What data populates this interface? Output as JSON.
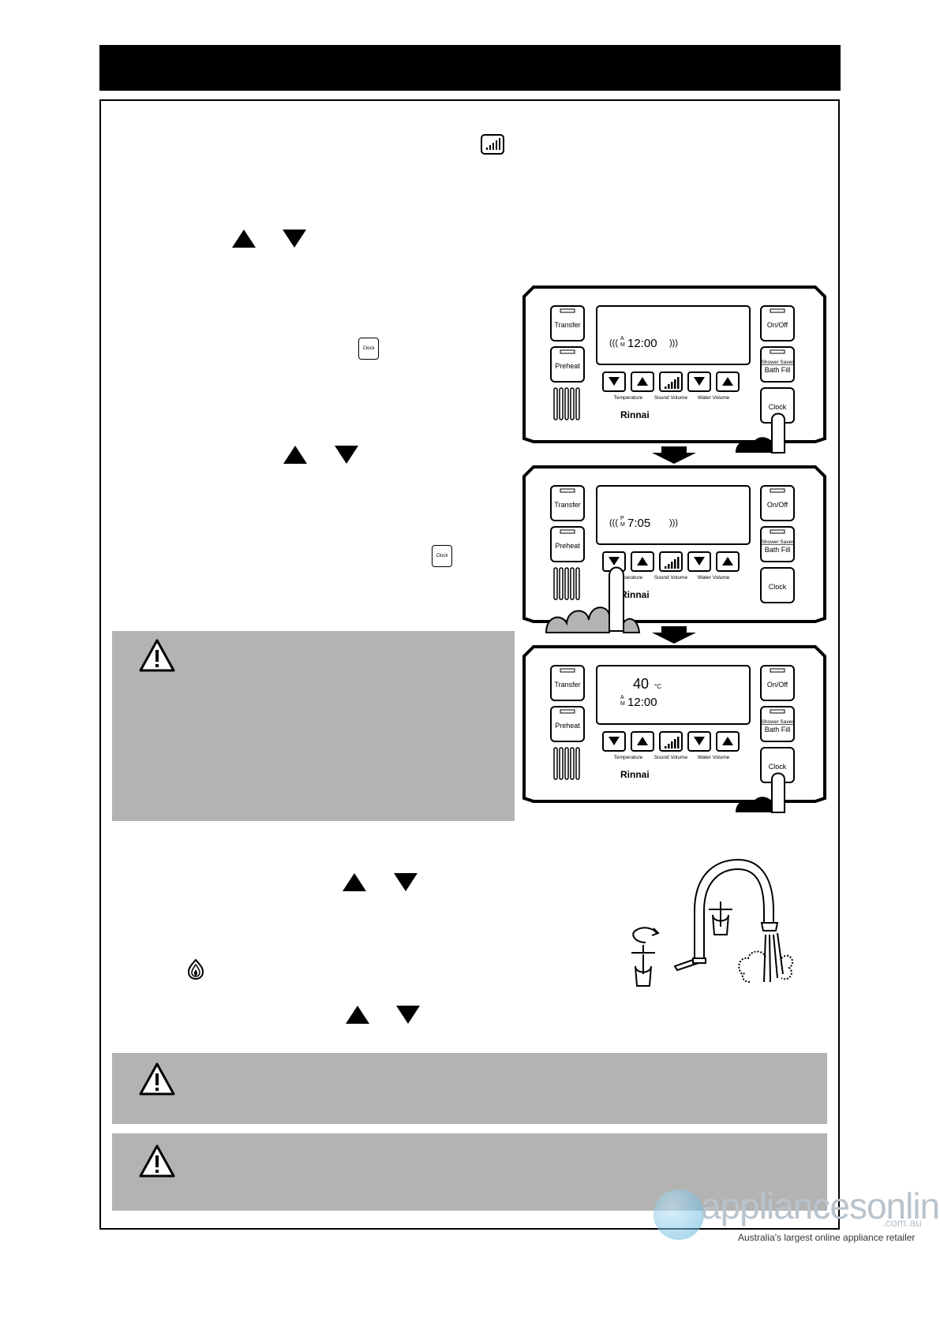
{
  "panels": [
    {
      "display_main": "12:00",
      "display_ampm_top": "A",
      "display_ampm_bottom": "M",
      "display_secondary": "",
      "buttons": {
        "transfer": "Transfer",
        "preheat": "Preheat",
        "onoff": "On/Off",
        "shower_saver": "Shower Saver",
        "bath_fill": "Bath Fill",
        "clock": "Clock"
      },
      "labels": {
        "temperature": "Temperature",
        "sound_volume": "Sound Volume",
        "water_volume": "Water Volume"
      },
      "brand": "Rinnai",
      "flashing": true
    },
    {
      "display_main": "7:05",
      "display_ampm_top": "P",
      "display_ampm_bottom": "M",
      "display_secondary": "",
      "buttons": {
        "transfer": "Transfer",
        "preheat": "Preheat",
        "onoff": "On/Off",
        "shower_saver": "Shower Saver",
        "bath_fill": "Bath Fill",
        "clock": "Clock"
      },
      "labels": {
        "temperature": "Temperature",
        "sound_volume": "Sound Volume",
        "water_volume": "Water Volume"
      },
      "brand": "Rinnai",
      "flashing": true
    },
    {
      "display_main": "12:00",
      "display_ampm_top": "A",
      "display_ampm_bottom": "M",
      "display_secondary": "40",
      "display_unit": "°C",
      "buttons": {
        "transfer": "Transfer",
        "preheat": "Preheat",
        "onoff": "On/Off",
        "shower_saver": "Shower Saver",
        "bath_fill": "Bath Fill",
        "clock": "Clock"
      },
      "labels": {
        "temperature": "Temperature",
        "sound_volume": "Sound Volume",
        "water_volume": "Water Volume"
      },
      "brand": "Rinnai",
      "flashing": false
    }
  ],
  "inline_icons": {
    "clock_label": "Clock"
  },
  "watermark": {
    "brand": "appliancesonline",
    "tld": ".com.au",
    "tagline": "Australia's largest online appliance retailer"
  }
}
